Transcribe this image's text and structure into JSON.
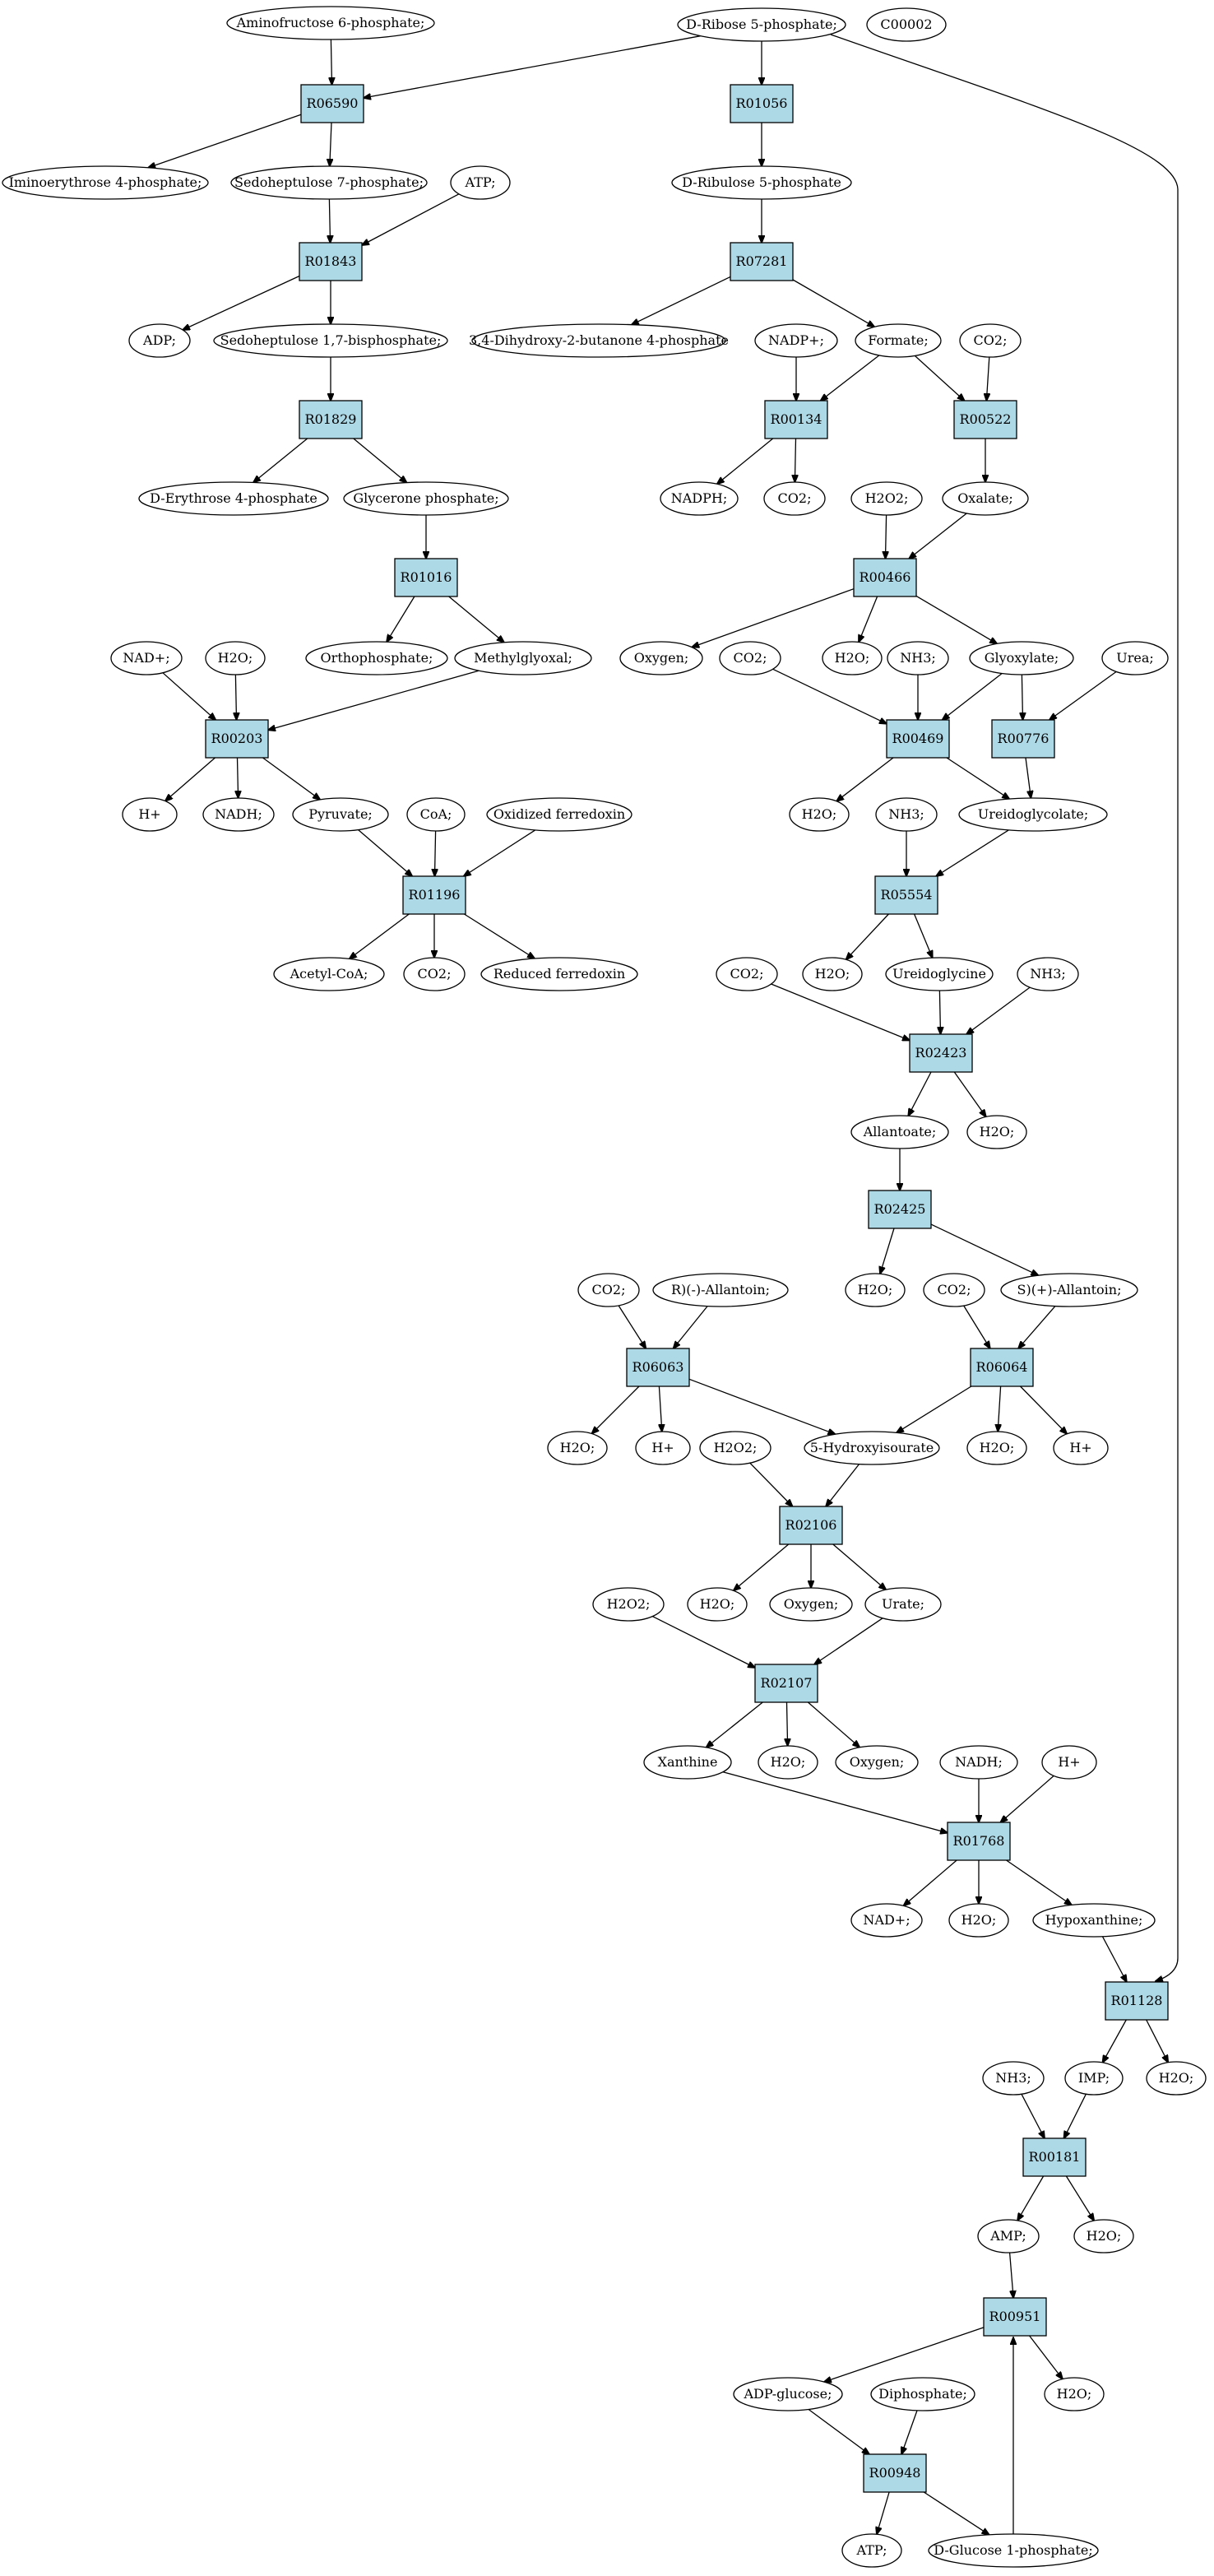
{
  "colors": {
    "reaction_fill": "#add8e6",
    "compound_fill": "#ffffff",
    "highlight_green": "#00ff00",
    "highlight_yellow": "#ffff00",
    "stroke": "#000000"
  },
  "nodes": {
    "c_amino6p": "Aminofructose 6-phosphate;",
    "c_ribose5p": "D-Ribose 5-phosphate;",
    "c_c00002": "C00002",
    "r_06590": "R06590",
    "r_01056": "R01056",
    "c_imino4p": "Iminoerythrose 4-phosphate;",
    "c_sedo7p": "Sedoheptulose 7-phosphate;",
    "c_atp1": "ATP;",
    "c_ribulose5p": "D-Ribulose 5-phosphate",
    "r_01843": "R01843",
    "r_07281": "R07281",
    "c_adp1": "ADP;",
    "c_sedo17bp": "Sedoheptulose 1,7-bisphosphate;",
    "c_dhbp": "3,4-Dihydroxy-2-butanone 4-phosphate",
    "c_nadp": "NADP+;",
    "c_formate": "Formate;",
    "c_co2_a": "CO2;",
    "r_01829": "R01829",
    "r_00134": "R00134",
    "r_00522": "R00522",
    "c_erythrose4p": "D-Erythrose 4-phosphate",
    "c_glycerone": "Glycerone phosphate;",
    "c_nadph": "NADPH;",
    "c_co2_b": "CO2;",
    "c_h2o2_a": "H2O2;",
    "c_oxalate": "Oxalate;",
    "r_01016": "R01016",
    "r_00466": "R00466",
    "c_nad_a": "NAD+;",
    "c_h2o_a": "H2O;",
    "c_ortho": "Orthophosphate;",
    "c_methylglyoxal": "Methylglyoxal;",
    "c_oxygen_a": "Oxygen;",
    "c_co2_c": "CO2;",
    "c_h2o_b": "H2O;",
    "c_nh3_a": "NH3;",
    "c_glyoxylate": "Glyoxylate;",
    "c_urea": "Urea;",
    "r_00203": "R00203",
    "r_00469": "R00469",
    "r_00776": "R00776",
    "c_hplus_a": "H+",
    "c_nadh_a": "NADH;",
    "c_pyruvate": "Pyruvate;",
    "c_coa": "CoA;",
    "c_oxfd": "Oxidized ferredoxin",
    "c_h2o_c": "H2O;",
    "c_nh3_b": "NH3;",
    "c_ureidoglycolate": "Ureidoglycolate;",
    "r_01196": "R01196",
    "r_05554": "R05554",
    "c_acetylcoa": "Acetyl-CoA;",
    "c_co2_d": "CO2;",
    "c_redfd": "Reduced ferredoxin",
    "c_co2_e": "CO2;",
    "c_h2o_d": "H2O;",
    "c_ureidoglycine": "Ureidoglycine",
    "c_nh3_c": "NH3;",
    "r_02423": "R02423",
    "c_allantoate": "Allantoate;",
    "c_h2o_e": "H2O;",
    "r_02425": "R02425",
    "c_h2o_f": "H2O;",
    "c_co2_f": "CO2;",
    "c_rallantoin": "R)(-)-Allantoin;",
    "c_co2_g": "CO2;",
    "c_sallantoin": "S)(+)-Allantoin;",
    "r_06063": "R06063",
    "r_06064": "R06064",
    "c_h2o_g": "H2O;",
    "c_hplus_b": "H+",
    "c_h2o2_b": "H2O2;",
    "c_hiu": "5-Hydroxyisourate",
    "c_h2o_h": "H2O;",
    "c_hplus_c": "H+",
    "r_02106": "R02106",
    "c_h2o2_c": "H2O2;",
    "c_h2o_i": "H2O;",
    "c_oxygen_b": "Oxygen;",
    "c_urate": "Urate;",
    "r_02107": "R02107",
    "c_xanthine": "Xanthine",
    "c_h2o_j": "H2O;",
    "c_oxygen_c": "Oxygen;",
    "c_nadh_b": "NADH;",
    "c_hplus_d": "H+",
    "r_01768": "R01768",
    "c_nad_b": "NAD+;",
    "c_h2o_k": "H2O;",
    "c_hypoxanthine": "Hypoxanthine;",
    "r_01128": "R01128",
    "c_nh3_d": "NH3;",
    "c_imp": "IMP;",
    "c_h2o_l": "H2O;",
    "r_00181": "R00181",
    "c_amp": "AMP;",
    "c_h2o_m": "H2O;",
    "r_00951": "R00951",
    "c_adpglucose": "ADP-glucose;",
    "c_diphosphate": "Diphosphate;",
    "c_h2o_n": "H2O;",
    "r_00948": "R00948",
    "c_atp2": "ATP;",
    "c_glucose1p": "D-Glucose 1-phosphate;"
  }
}
